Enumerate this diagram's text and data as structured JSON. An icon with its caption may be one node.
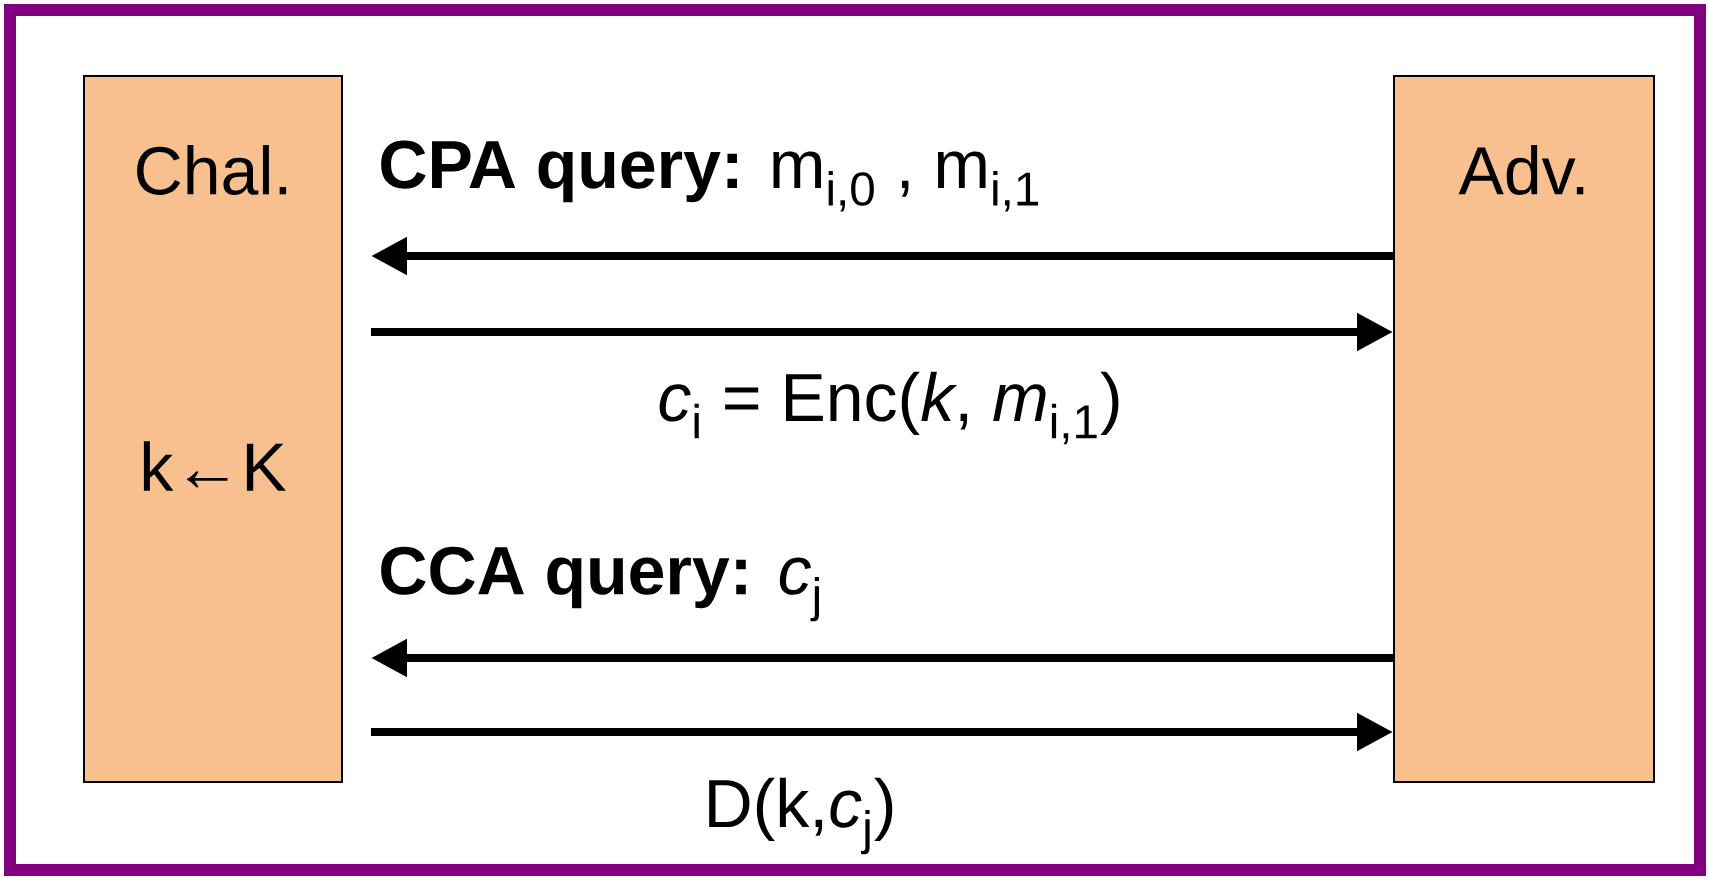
{
  "diagram": {
    "nodes": [
      {
        "text": [
          "Chal.",
          "k←K"
        ]
      },
      {
        "text": [
          "Adv."
        ]
      }
    ],
    "edges": [
      {
        "from": 1,
        "to": 0,
        "arrow": "to",
        "label": "**CPA query:** m$_{i,0}$ , m$_{i,1}$"
      },
      {
        "from": 0,
        "to": 1,
        "arrow": "to",
        "label": "*c*$_{i}$ = Enc(*k*, *m*$_{i,1}$)"
      },
      {
        "from": 1,
        "to": 0,
        "arrow": "to",
        "label": "**CCA query:** *c*$_{j}$"
      },
      {
        "from": 0,
        "to": 1,
        "arrow": "to",
        "label": "D(k,*c*$_{j}$)"
      }
    ]
  }
}
